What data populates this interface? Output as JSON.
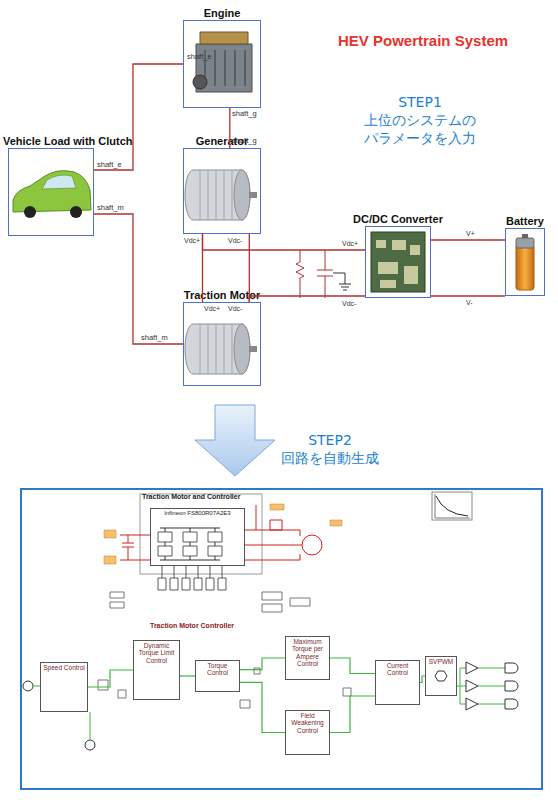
{
  "diagram": {
    "title": "HEV Powertrain System",
    "nodes": [
      {
        "text": [
          "Vehicle Load with Clutch"
        ]
      },
      {
        "text": [
          "Engine"
        ]
      },
      {
        "text": [
          "Generator"
        ]
      },
      {
        "text": [
          "Traction Motor"
        ]
      },
      {
        "text": [
          "DC/DC Converter"
        ]
      },
      {
        "text": [
          "Battery"
        ]
      },
      {
        "text": [
          "Traction Motor and Controller"
        ]
      },
      {
        "text": [
          "Infineon FS800R07A2E3"
        ],
        "in": 6
      },
      {
        "text": [
          "Speed Control"
        ],
        "in": 6
      },
      {
        "text": [
          "Dynamic Torque Limit Control"
        ],
        "in": 6
      },
      {
        "text": [
          "Torque Control"
        ],
        "in": 6
      },
      {
        "text": [
          "Maximum Torque per Ampere Control"
        ],
        "in": 6
      },
      {
        "text": [
          "Field Weakening Control"
        ],
        "in": 6
      },
      {
        "text": [
          "Current Control"
        ],
        "in": 6
      },
      {
        "text": [
          "SVPWM"
        ],
        "in": 6
      }
    ],
    "edges": [
      {
        "from": 0,
        "to": 1,
        "arrow": "none"
      },
      {
        "from": 1,
        "to": 2,
        "arrow": "none"
      },
      {
        "from": 0,
        "to": 3,
        "arrow": "none"
      },
      {
        "from": 2,
        "to": 3,
        "arrow": "none"
      },
      {
        "from": 2,
        "to": 3,
        "arrow": "none"
      },
      {
        "from": 2,
        "to": 4,
        "arrow": "none"
      },
      {
        "from": 3,
        "to": 4,
        "arrow": "none"
      },
      {
        "from": 4,
        "to": 5,
        "arrow": "none"
      },
      {
        "from": 4,
        "to": 5,
        "arrow": "none"
      },
      {
        "from": 8,
        "to": 9,
        "arrow": "none"
      },
      {
        "from": 9,
        "to": 10,
        "arrow": "none"
      },
      {
        "from": 10,
        "to": 11,
        "arrow": "none"
      },
      {
        "from": 10,
        "to": 12,
        "arrow": "none"
      },
      {
        "from": 11,
        "to": 13,
        "arrow": "none"
      },
      {
        "from": 12,
        "to": 13,
        "arrow": "none"
      },
      {
        "from": 13,
        "to": 14,
        "arrow": "none"
      }
    ],
    "labels": [
      "STEP1",
      "上位のシステムの パラメータを入力",
      "shaft_e",
      "shaft_e",
      "shaft_g",
      "shaft_g",
      "shaft_m",
      "shaft_m",
      "Vdc+",
      "Vdc-",
      "Vdc+",
      "Vdc-",
      "Vdc+",
      "Vdc-",
      "V+",
      "V-",
      "STEP2",
      "回路を自動生成",
      "Traction Motor Controller"
    ]
  }
}
